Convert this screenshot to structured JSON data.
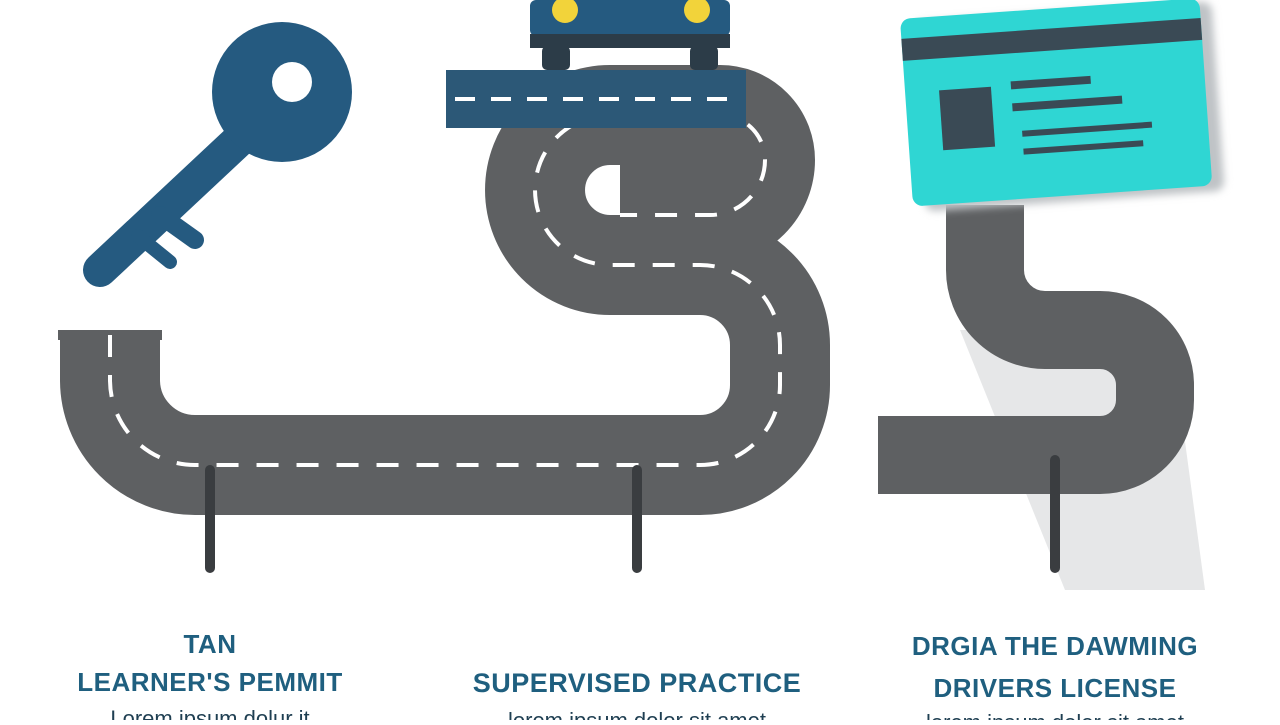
{
  "stages": [
    {
      "title_lines": [
        "TAN",
        "LEARNER'S PEMMIT"
      ],
      "caption": "Lorem ipsum dolur it"
    },
    {
      "title_lines": [
        "SUPERVISED PRACTICE"
      ],
      "caption": "lorem ipsum dolor sit amet"
    },
    {
      "title_lines": [
        "DRGIA THE DAWMING",
        "DRIVERS LICENSE"
      ],
      "caption": "lorem ipsum dolor sit amet"
    }
  ],
  "colors": {
    "road": "#5e6062",
    "road_blue": "#2c5877",
    "key": "#255a80",
    "card": "#2fd6d3",
    "card_stripe": "#3a4a55",
    "car": "#255a80",
    "car_lights": "#f2d33a",
    "label_text": "#1f5f7f"
  },
  "icons": [
    "key-icon",
    "car-icon",
    "license-card-icon"
  ]
}
